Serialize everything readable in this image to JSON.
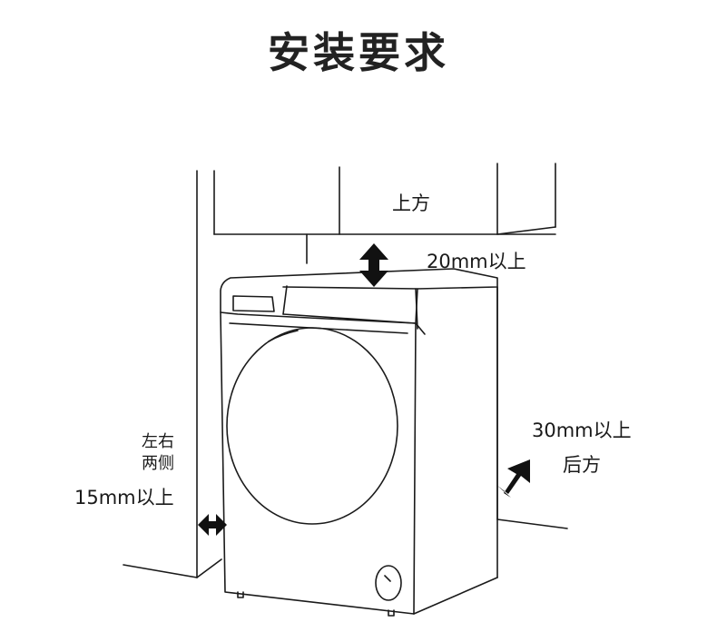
{
  "title": "安装要求",
  "labels": {
    "top_area": "上方",
    "top_clearance": "20mm以上",
    "back_clearance": "30mm以上",
    "back_area": "后方",
    "side_area_line1": "左右",
    "side_area_line2": "两侧",
    "side_clearance": "15mm以上"
  },
  "colors": {
    "line": "#1a1a1a",
    "arrow": "#111111",
    "background": "#ffffff"
  }
}
